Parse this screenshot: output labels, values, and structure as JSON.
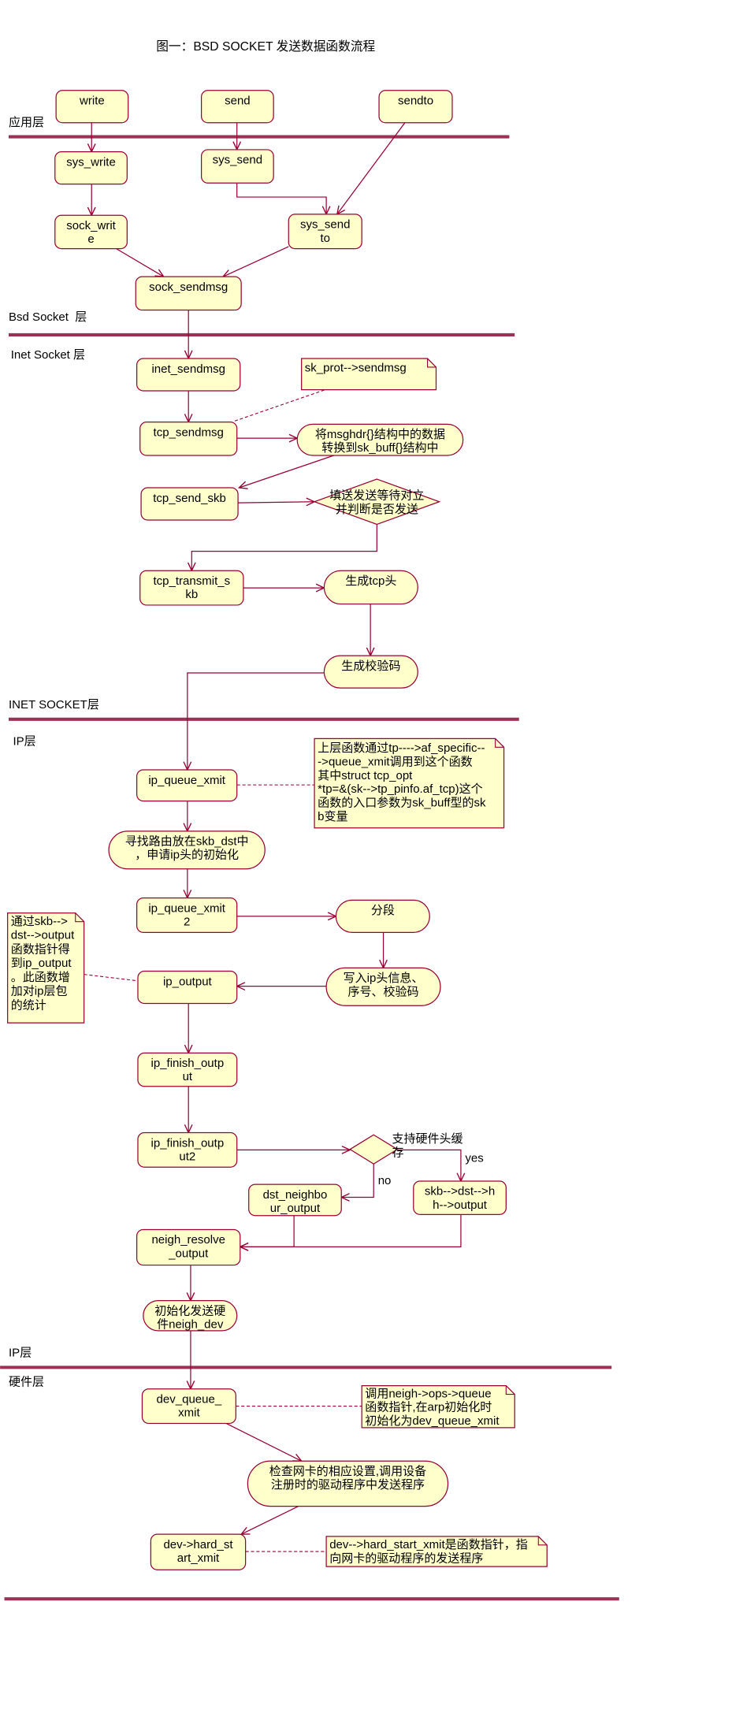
{
  "title": "图一：BSD SOCKET 发送数据函数流程",
  "layer_labels": {
    "application": "应用层",
    "bsd_socket": "Bsd Socket  层",
    "inet_socket": "Inet Socket 层",
    "inet_socket_end": "INET SOCKET层",
    "ip": "IP层",
    "ip_end": "IP层",
    "hardware": "硬件层"
  },
  "nodes": {
    "write": [
      "write"
    ],
    "send": [
      "send"
    ],
    "sendto": [
      "sendto"
    ],
    "sys_write": [
      "sys_write"
    ],
    "sys_send": [
      "sys_send"
    ],
    "sock_write": [
      "sock_writ",
      "e"
    ],
    "sys_sendto": [
      "sys_send",
      "to"
    ],
    "sock_sendmsg": [
      "sock_sendmsg"
    ],
    "inet_sendmsg": [
      "inet_sendmsg"
    ],
    "tcp_sendmsg": [
      "tcp_sendmsg"
    ],
    "convert_msghdr": [
      "将msghdr{}结构中的数据",
      "转换到sk_buff{}结构中"
    ],
    "tcp_send_skb": [
      "tcp_send_skb"
    ],
    "send_wait_decision": [
      "填送发送等待对立",
      "并判断是否发送"
    ],
    "tcp_transmit_skb": [
      "tcp_transmit_s",
      "kb"
    ],
    "gen_tcp_header": [
      "生成tcp头"
    ],
    "gen_checksum": [
      "生成校验码"
    ],
    "ip_queue_xmit": [
      "ip_queue_xmit"
    ],
    "find_route": [
      "寻找路由放在skb_dst中",
      "，申请ip头的初始化"
    ],
    "ip_queue_xmit2": [
      "ip_queue_xmit",
      "2"
    ],
    "fragment": [
      "分段"
    ],
    "write_ip_header": [
      "写入ip头信息、",
      "序号、校验码"
    ],
    "ip_output": [
      "ip_output"
    ],
    "ip_finish_output": [
      "ip_finish_outp",
      "ut"
    ],
    "ip_finish_output2": [
      "ip_finish_outp",
      "ut2"
    ],
    "dst_neighbour_output": [
      "dst_neighbo",
      "ur_output"
    ],
    "skb_dst_hh_output": [
      "skb-->dst-->h",
      "h-->output"
    ],
    "neigh_resolve_output": [
      "neigh_resolve",
      "_output"
    ],
    "init_neigh_dev": [
      "初始化发送硬",
      "件neigh_dev"
    ],
    "dev_queue_xmit": [
      "dev_queue_",
      "xmit"
    ],
    "check_nic": [
      "检查网卡的相应设置,调用设备",
      "注册时的驱动程序中发送程序"
    ],
    "dev_hard_start_xmit": [
      "dev->hard_st",
      "art_xmit"
    ]
  },
  "hw_cache_question": [
    "支持硬件头缓",
    "存"
  ],
  "edge_labels": {
    "yes": "yes",
    "no": "no"
  },
  "notes": {
    "sk_prot": [
      "sk_prot-->sendmsg"
    ],
    "queue_xmit_call": [
      "上层函数通过tp---->af_specific--",
      "->queue_xmit调用到这个函数",
      "其中struct tcp_opt",
      "*tp=&(sk-->tp_pinfo.af_tcp)这个",
      "函数的入口参数为sk_buff型的sk",
      "b变量"
    ],
    "ip_output_note": [
      "通过skb-->",
      "dst-->output",
      "函数指针得",
      "到ip_output",
      "。此函数增",
      "加对ip层包",
      "的统计"
    ],
    "neigh_ops_note": [
      "调用neigh->ops->queue",
      "函数指针,在arp初始化时",
      "初始化为dev_queue_xmit"
    ],
    "hard_start_note": [
      "dev-->hard_start_xmit是函数指针，指",
      "向网卡的驱动程序的发送程序"
    ]
  },
  "colors": {
    "node_fill": "#FFFFCC",
    "node_border": "#990033",
    "layer_line": "#993355",
    "text": "#000000"
  }
}
